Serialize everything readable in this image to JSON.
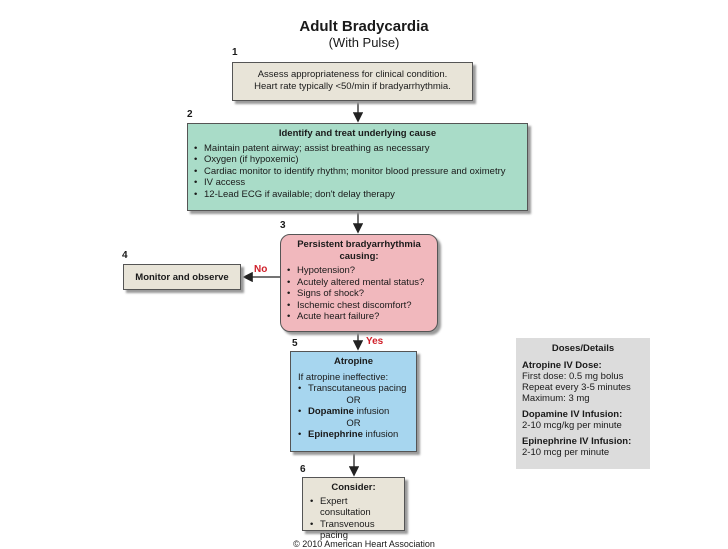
{
  "title": "Adult Bradycardia",
  "subtitle": "(With Pulse)",
  "steps": {
    "s1": {
      "num": "1",
      "lines": [
        "Assess appropriateness for clinical condition.",
        "Heart rate typically <50/min if bradyarrhythmia."
      ]
    },
    "s2": {
      "num": "2",
      "heading": "Identify and treat underlying cause",
      "items": [
        "Maintain patent airway; assist breathing as necessary",
        "Oxygen (if hypoxemic)",
        "Cardiac monitor to identify rhythm; monitor blood pressure and oximetry",
        "IV access",
        "12-Lead ECG if available; don't delay therapy"
      ]
    },
    "s3": {
      "num": "3",
      "heading1": "Persistent bradyarrhythmia",
      "heading2": "causing:",
      "items": [
        "Hypotension?",
        "Acutely altered mental status?",
        "Signs of shock?",
        "Ischemic chest discomfort?",
        "Acute heart failure?"
      ]
    },
    "s4": {
      "num": "4",
      "label": "Monitor and observe"
    },
    "s5": {
      "num": "5",
      "heading": "Atropine",
      "intro": "If atropine ineffective:",
      "item1": "Transcutaneous pacing",
      "or": "OR",
      "item2_bold": "Dopamine",
      "item2_rest": " infusion",
      "item3_bold": "Epinephrine",
      "item3_rest": " infusion"
    },
    "s6": {
      "num": "6",
      "heading": "Consider:",
      "items": [
        "Expert consultation",
        "Transvenous pacing"
      ]
    }
  },
  "branches": {
    "no": "No",
    "yes": "Yes"
  },
  "doses": {
    "heading": "Doses/Details",
    "atropine_title": "Atropine IV Dose:",
    "atropine_lines": [
      "First dose: 0.5 mg bolus",
      "Repeat every 3-5 minutes",
      "Maximum: 3 mg"
    ],
    "dopamine_title": "Dopamine IV Infusion:",
    "dopamine_line": "2-10 mcg/kg per minute",
    "epinephrine_title": "Epinephrine IV Infusion:",
    "epinephrine_line": "2-10 mcg per minute"
  },
  "footer": "© 2010 American Heart Association",
  "colors": {
    "box_neutral": "#e8e4d8",
    "box_green": "#a9dcc8",
    "box_red": "#f1b8bd",
    "box_blue": "#a7d6ef",
    "branch_red": "#d0202a"
  }
}
